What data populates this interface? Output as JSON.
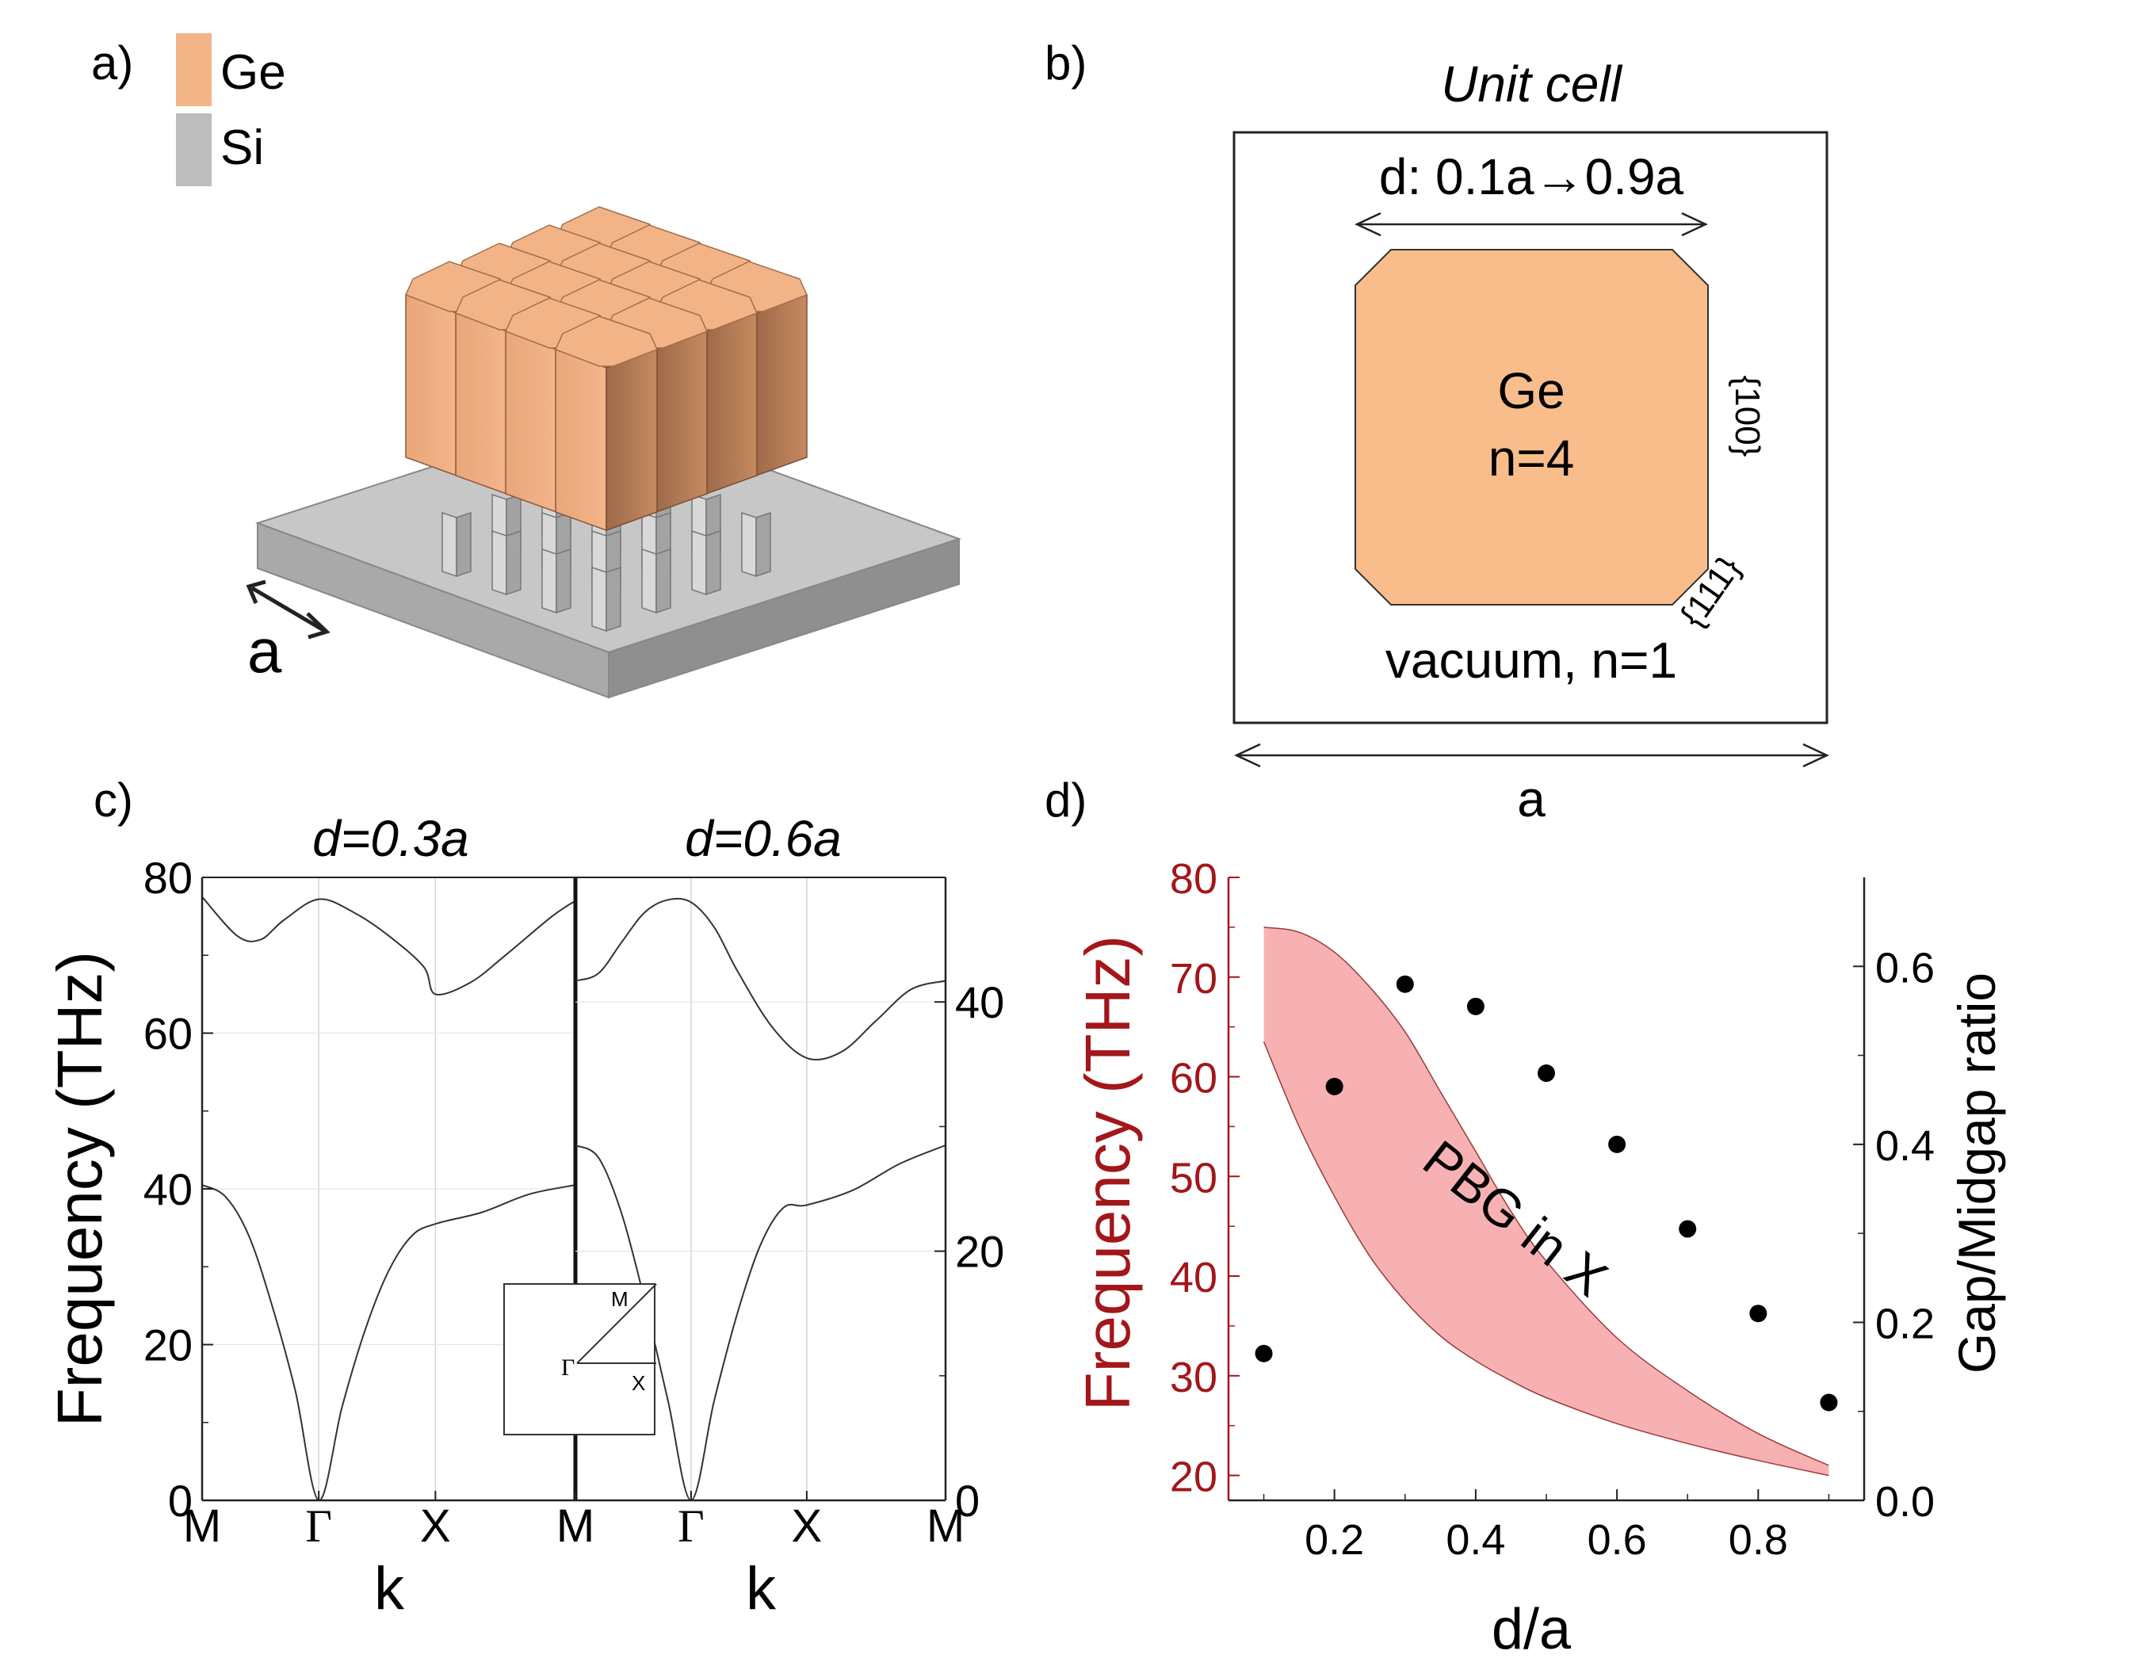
{
  "panels": {
    "a": {
      "label": "a)",
      "legend": [
        {
          "name": "Ge",
          "color": "#f2b487"
        },
        {
          "name": "Si",
          "color": "#bdbdbd"
        }
      ],
      "lattice_label": "a"
    },
    "b": {
      "label": "b)",
      "title": "Unit cell",
      "d_label": "d: 0.1a→0.9a",
      "material": "Ge",
      "index": "n=4",
      "facet_100": "{100}",
      "facet_111": "{111}",
      "surrounding": "vacuum, n=1",
      "a_label": "a"
    },
    "c": {
      "label": "c)",
      "inset": {
        "gamma": "Γ",
        "m": "M",
        "x": "X"
      }
    },
    "d": {
      "label": "d)",
      "band_label": "PBG in X"
    }
  },
  "colors": {
    "ge_fill": "#f9bd8b",
    "band_fill": "#f8b1b3",
    "left_axis_red": "#a3161a",
    "curve": "#333333",
    "grid": "#d4d4d4"
  },
  "chart_data": [
    {
      "type": "line",
      "panel": "c-left",
      "title": "d=0.3a",
      "xlabel": "k",
      "ylabel": "Frequency (THz)",
      "ylim": [
        0,
        80
      ],
      "yticks": [
        0,
        20,
        40,
        60,
        80
      ],
      "x_ticks": [
        "M",
        "Γ",
        "X",
        "M"
      ],
      "series": [
        {
          "values": [
            [
              0,
              77.5
            ],
            [
              0.15,
              72.5
            ],
            [
              0.25,
              72.0
            ],
            [
              0.35,
              74.5
            ],
            [
              0.5,
              77.2
            ],
            [
              0.65,
              75.5
            ],
            [
              0.8,
              72.5
            ],
            [
              0.95,
              68.5
            ],
            [
              1.0,
              65.0
            ],
            [
              1.15,
              66.5
            ],
            [
              1.3,
              70.0
            ],
            [
              1.5,
              75.0
            ],
            [
              1.6,
              77.0
            ]
          ]
        },
        {
          "values": [
            [
              0,
              40.5
            ],
            [
              0.1,
              39.0
            ],
            [
              0.2,
              34.0
            ],
            [
              0.3,
              25.0
            ],
            [
              0.4,
              14.0
            ],
            [
              0.5,
              0.0
            ],
            [
              0.6,
              12.0
            ],
            [
              0.7,
              22.0
            ],
            [
              0.8,
              29.5
            ],
            [
              0.9,
              34.0
            ],
            [
              1.0,
              35.5
            ],
            [
              1.2,
              37.0
            ],
            [
              1.4,
              39.3
            ],
            [
              1.6,
              40.5
            ]
          ]
        }
      ]
    },
    {
      "type": "line",
      "panel": "c-right",
      "title": "d=0.6a",
      "xlabel": "k",
      "ylim": [
        0,
        50
      ],
      "yticks": [
        0,
        20,
        40
      ],
      "x_ticks": [
        "M",
        "Γ",
        "X",
        "M"
      ],
      "series": [
        {
          "values": [
            [
              0,
              41.7
            ],
            [
              0.1,
              42.3
            ],
            [
              0.2,
              44.8
            ],
            [
              0.3,
              47.2
            ],
            [
              0.4,
              48.2
            ],
            [
              0.5,
              48.0
            ],
            [
              0.6,
              46.0
            ],
            [
              0.7,
              42.5
            ],
            [
              0.85,
              38.0
            ],
            [
              1.0,
              35.5
            ],
            [
              1.15,
              36.0
            ],
            [
              1.3,
              38.5
            ],
            [
              1.45,
              41.0
            ],
            [
              1.6,
              41.7
            ]
          ]
        },
        {
          "values": [
            [
              0,
              28.5
            ],
            [
              0.1,
              27.5
            ],
            [
              0.2,
              23.0
            ],
            [
              0.3,
              16.0
            ],
            [
              0.4,
              8.0
            ],
            [
              0.5,
              0.0
            ],
            [
              0.6,
              8.0
            ],
            [
              0.7,
              15.0
            ],
            [
              0.8,
              20.5
            ],
            [
              0.9,
              23.5
            ],
            [
              1.0,
              23.7
            ],
            [
              1.2,
              24.9
            ],
            [
              1.4,
              27.0
            ],
            [
              1.6,
              28.5
            ]
          ]
        }
      ]
    },
    {
      "type": "area",
      "panel": "d",
      "xlabel": "d/a",
      "ylabel": "Frequency (THz)",
      "y2label": "Gap/Midgap ratio",
      "xlim": [
        0.05,
        0.95
      ],
      "xticks": [
        0.2,
        0.4,
        0.6,
        0.8
      ],
      "ylim": [
        17.5,
        80
      ],
      "yticks": [
        20,
        30,
        40,
        50,
        60,
        70,
        80
      ],
      "y2lim": [
        0,
        0.7
      ],
      "y2ticks": [
        0.0,
        0.2,
        0.4,
        0.6
      ],
      "band": {
        "x": [
          0.1,
          0.15,
          0.2,
          0.25,
          0.3,
          0.35,
          0.4,
          0.45,
          0.5,
          0.6,
          0.7,
          0.8,
          0.9
        ],
        "upper": [
          75.0,
          74.5,
          72.5,
          69.0,
          64.5,
          58.5,
          52.5,
          46.5,
          41.5,
          33.8,
          28.5,
          24.2,
          21.0
        ],
        "lower": [
          63.5,
          55.0,
          48.0,
          42.0,
          37.5,
          34.0,
          31.5,
          29.5,
          27.8,
          25.2,
          23.2,
          21.5,
          20.0
        ]
      },
      "ratio": {
        "x": [
          0.1,
          0.2,
          0.3,
          0.4,
          0.5,
          0.6,
          0.7,
          0.8,
          0.9
        ],
        "y": [
          0.165,
          0.465,
          0.58,
          0.555,
          0.48,
          0.4,
          0.305,
          0.21,
          0.11
        ]
      }
    }
  ]
}
